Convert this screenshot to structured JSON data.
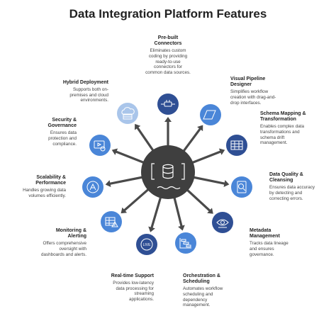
{
  "title": "Data Integration Platform Features",
  "colors": {
    "hub": "#3f3f3f",
    "arrow": "#4a4a4a",
    "dark": "#2f4f94",
    "mid": "#4a86d8",
    "light": "#a9c5ea"
  },
  "features": [
    {
      "heading": "Pre-built\nConnectors",
      "description": "Eliminates custom\ncoding by providing\nready-to-use\nconnectors for\ncommon data sources.",
      "icon": "connector-icon",
      "shade": "dark"
    },
    {
      "heading": "Visual Pipeline\nDesigner",
      "description": "Simplifies workflow\ncreation with drag-and-\ndrop interfaces.",
      "icon": "designer-icon",
      "shade": "mid"
    },
    {
      "heading": "Schema Mapping &\nTransformation",
      "description": "Enables complex data\ntransformations and\nschema drift\nmanagement.",
      "icon": "table-icon",
      "shade": "dark"
    },
    {
      "heading": "Data Quality &\nCleansing",
      "description": "Ensures data accuracy\nby detecting and\ncorrecting errors.",
      "icon": "quality-icon",
      "shade": "mid"
    },
    {
      "heading": "Metadata\nManagement",
      "description": "Tracks data lineage\nand ensures\ngovernance.",
      "icon": "eye-icon",
      "shade": "dark"
    },
    {
      "heading": "Orchestration &\nScheduling",
      "description": "Automates workflow\nscheduling and\ndependency\nmanagement.",
      "icon": "gantt-icon",
      "shade": "mid"
    },
    {
      "heading": "Real-time Support",
      "description": "Provides low-latency\ndata processing for\nstreaming\napplications.",
      "icon": "live-icon",
      "shade": "dark"
    },
    {
      "heading": "Monitoring &\nAlerting",
      "description": "Offers comprehensive\noversight with\ndashboards and alerts.",
      "icon": "alert-icon",
      "shade": "mid"
    },
    {
      "heading": "Scalability &\nPerformance",
      "description": "Handles growing data\nvolumes efficiently.",
      "icon": "scale-icon",
      "shade": "mid"
    },
    {
      "heading": "Security &\nGovernance",
      "description": "Ensures data\nprotection and\ncompliance.",
      "icon": "security-icon",
      "shade": "mid"
    },
    {
      "heading": "Hybrid Deployment",
      "description": "Supports both on-\npremises and cloud\nenvironments.",
      "icon": "cloud-icon",
      "shade": "light"
    }
  ],
  "hub_icon": "database-icon"
}
